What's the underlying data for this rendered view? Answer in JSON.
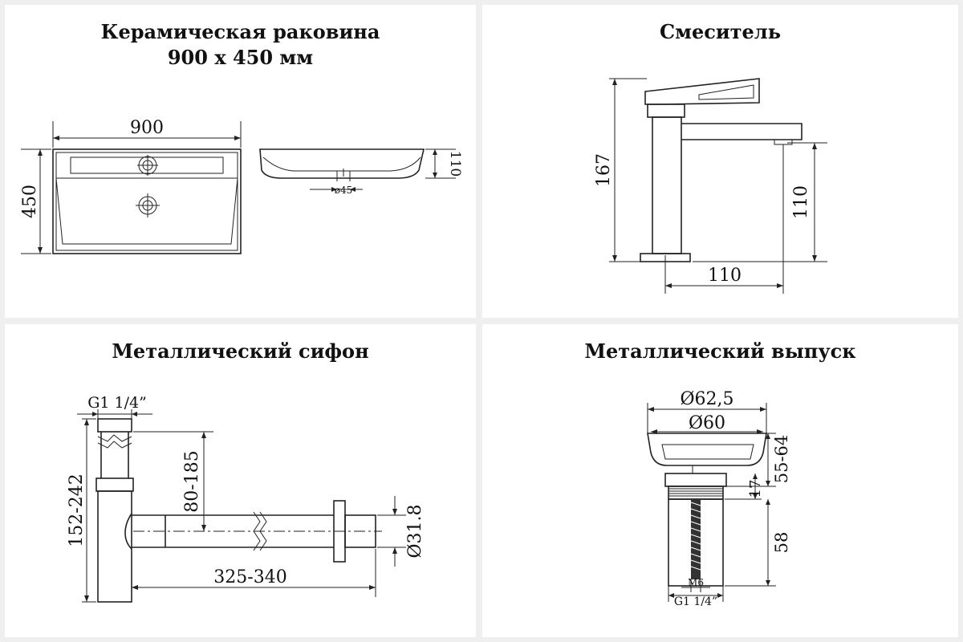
{
  "panels": {
    "sink": {
      "title_line1": "Керамическая раковина",
      "title_line2": "900 x 450 мм",
      "dim_width": "900",
      "dim_depth": "450",
      "dim_height": "110",
      "dim_drain": "ø45"
    },
    "faucet": {
      "title": "Смеситель",
      "dim_height": "167",
      "dim_spout_height": "110",
      "dim_reach": "110"
    },
    "siphon": {
      "title": "Металлический сифон",
      "dim_thread": "G1 1/4”",
      "dim_vertical_range": "152-242",
      "dim_outlet_height": "80-185",
      "dim_length": "325-340",
      "dim_pipe_diameter": "Ø31.8"
    },
    "drain": {
      "title": "Металлический выпуск",
      "dim_outer": "Ø62,5",
      "dim_inner": "Ø60",
      "dim_top": "17",
      "dim_range": "55-64",
      "dim_thread_len": "58",
      "dim_rod": "M6",
      "dim_thread": "G1 1/4”"
    }
  },
  "colors": {
    "background": "#efefef",
    "panel": "#ffffff",
    "ink": "#222222"
  }
}
